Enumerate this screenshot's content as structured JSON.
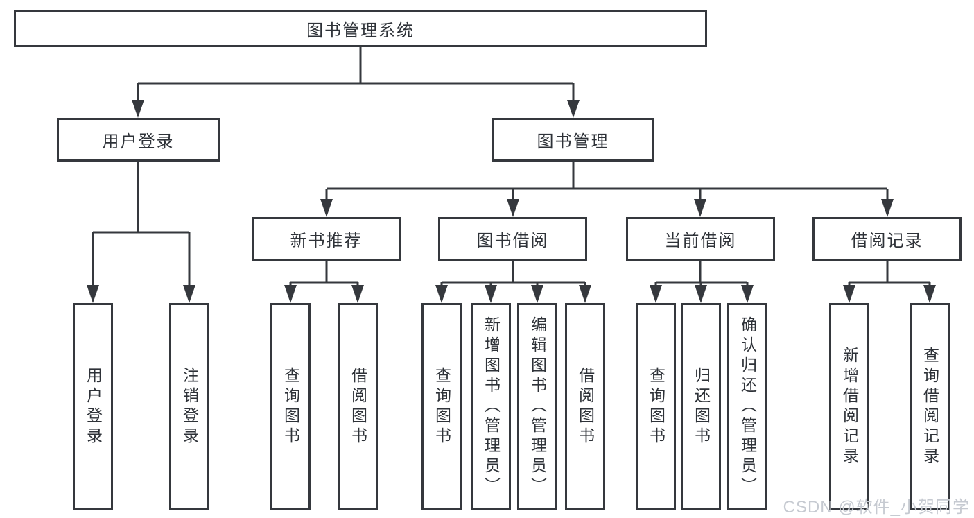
{
  "tree": {
    "label": "图书管理系统",
    "children": [
      {
        "label": "用户登录",
        "children": [
          {
            "label": "用户登录"
          },
          {
            "label": "注销登录"
          }
        ]
      },
      {
        "label": "图书管理",
        "children": [
          {
            "label": "新书推荐",
            "children": [
              {
                "label": "查询图书"
              },
              {
                "label": "借阅图书"
              }
            ]
          },
          {
            "label": "图书借阅",
            "children": [
              {
                "label": "查询图书"
              },
              {
                "label": "新增图书（管理员）"
              },
              {
                "label": "编辑图书（管理员）"
              },
              {
                "label": "借阅图书"
              }
            ]
          },
          {
            "label": "当前借阅",
            "children": [
              {
                "label": "查询图书"
              },
              {
                "label": "归还图书"
              },
              {
                "label": "确认归还（管理员）"
              }
            ]
          },
          {
            "label": "借阅记录",
            "children": [
              {
                "label": "新增借阅记录"
              },
              {
                "label": "查询借阅记录"
              }
            ]
          }
        ]
      }
    ]
  },
  "watermark": {
    "text": "CSDN @软件_小贺同学"
  },
  "colors": {
    "line": "#35383d",
    "text": "#2e3238",
    "watermark": "#c6cad1",
    "background": "#ffffff"
  }
}
